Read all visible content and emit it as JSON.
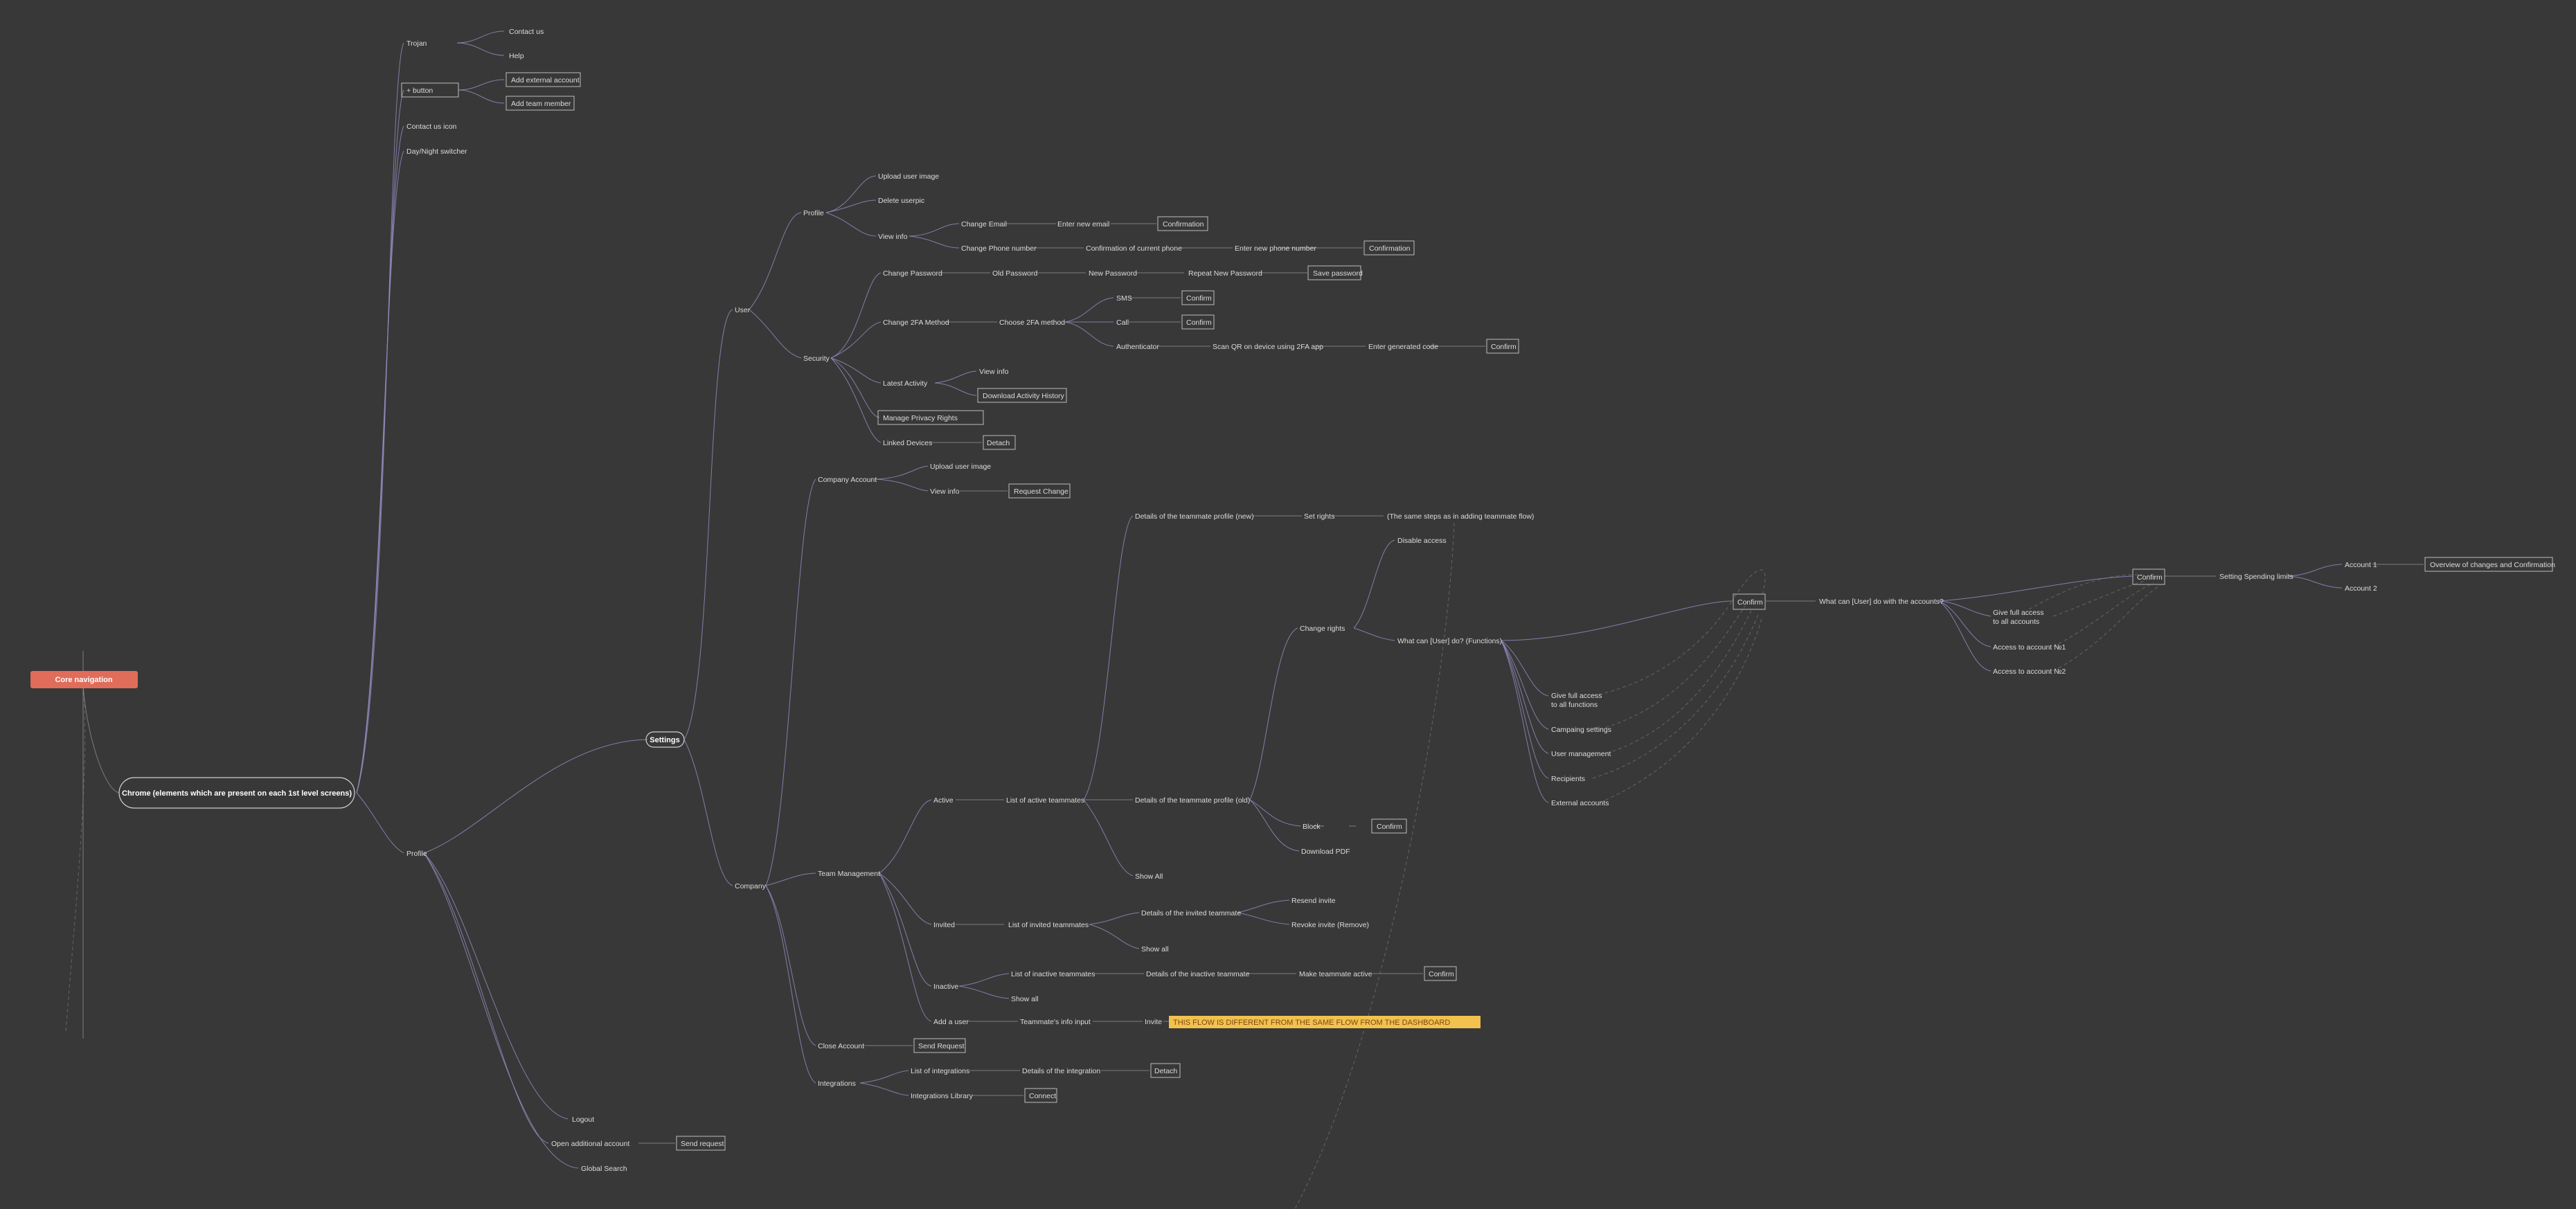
{
  "root": {
    "label": "Core navigation",
    "color": "#e06c5a"
  },
  "chrome": {
    "label": "Chrome (elements which are present on each 1st level screens)"
  },
  "top_items": {
    "trojan": "Trojan",
    "contact_us": "Contact us",
    "help": "Help",
    "plus_button": "+ button",
    "add_external_account": "Add external account",
    "add_team_member": "Add team member",
    "contact_us_icon": "Contact us icon",
    "day_night_switcher": "Day/Night switcher"
  },
  "settings": {
    "label": "Settings"
  },
  "user": {
    "label": "User",
    "profile": "Profile",
    "upload_user_image": "Upload user image",
    "delete_userpic": "Delete userpic",
    "view_info": "View info",
    "change_email": "Change Email",
    "enter_new_email": "Enter new email",
    "confirmation": "Confirmation",
    "change_phone": "Change Phone number",
    "confirm_current_phone": "Confirmation of current phone",
    "enter_new_phone": "Enter new phone number",
    "security": "Security",
    "change_password": "Change Password",
    "old_password": "Old Password",
    "new_password": "New Password",
    "repeat_new_password": "Repeat New Password",
    "save_password": "Save password",
    "change_2fa": "Change 2FA Method",
    "choose_2fa": "Choose 2FA method",
    "sms": "SMS",
    "call": "Call",
    "authenticator": "Authenticator",
    "confirm": "Confirm",
    "scan_qr": "Scan QR on device using 2FA app",
    "enter_generated_code": "Enter generated code",
    "latest_activity": "Latest Activity",
    "view_info_short": "View info",
    "download_activity_history": "Download Activity History",
    "manage_privacy_rights": "Manage Privacy Rights",
    "linked_devices": "Linked Devices",
    "detach": "Detach"
  },
  "company": {
    "label": "Company",
    "company_account": "Company Account",
    "upload_user_image": "Upload user image",
    "view_info": "View info",
    "request_change": "Request Change",
    "team_management": "Team Management",
    "active": "Active",
    "list_active_teammates": "List of active teammates",
    "details_new": "Details of the teammate profile (new)",
    "set_rights": "Set rights",
    "same_steps": "(The same steps as in adding teammate flow)",
    "details_old": "Details of the teammate profile (old)",
    "change_rights": "Change rights",
    "disable_access": "Disable access",
    "what_can_user_do": "What can [User] do? (Functions)",
    "give_full_access_functions_1": "Give full access",
    "give_full_access_functions_2": "to all functions",
    "campaign_settings": "Campaing settings",
    "user_management": "User management",
    "recipients": "Recipients",
    "external_accounts": "External accounts",
    "confirm": "Confirm",
    "what_can_accounts": "What can [User] do with the accounts?",
    "give_full_access_accounts_1": "Give full access",
    "give_full_access_accounts_2": "to all accounts",
    "access_account_1": "Access to account №1",
    "access_account_2": "Access to account №2",
    "setting_spending_limits": "Setting Spending limits",
    "account_1": "Account 1",
    "account_2": "Account 2",
    "overview_changes": "Overview of changes and Confirmation",
    "block": "Block",
    "download_pdf": "Download PDF",
    "show_all": "Show All",
    "invited": "Invited",
    "list_invited_teammates": "List of invited teammates",
    "details_invited": "Details of the invited teammate",
    "resend_invite": "Resend invite",
    "revoke_invite": "Revoke invite (Remove)",
    "show_all_lower": "Show all",
    "inactive": "Inactive",
    "list_inactive_teammates": "List of inactive teammates",
    "details_inactive": "Details of the inactive teammate",
    "make_active": "Make teammate active",
    "add_user": "Add a user",
    "teammate_info_input": "Teammate's info input",
    "invite": "Invite",
    "note": "THIS FLOW IS DIFFERENT FROM THE SAME FLOW FROM THE DASHBOARD",
    "close_account": "Close Account",
    "send_request": "Send Request",
    "integrations": "Integrations",
    "list_integrations": "List of integrations",
    "details_integration": "Details of the integration",
    "integrations_library": "Integrations Library",
    "connect": "Connect"
  },
  "profile_branch": {
    "label": "Profile",
    "logout": "Logout",
    "open_additional_account": "Open additional account",
    "send_request": "Send request",
    "global_search": "Global Search"
  },
  "colors": {
    "background": "#383838",
    "edge": "#8f8bbd",
    "note": "#f2c14e"
  }
}
